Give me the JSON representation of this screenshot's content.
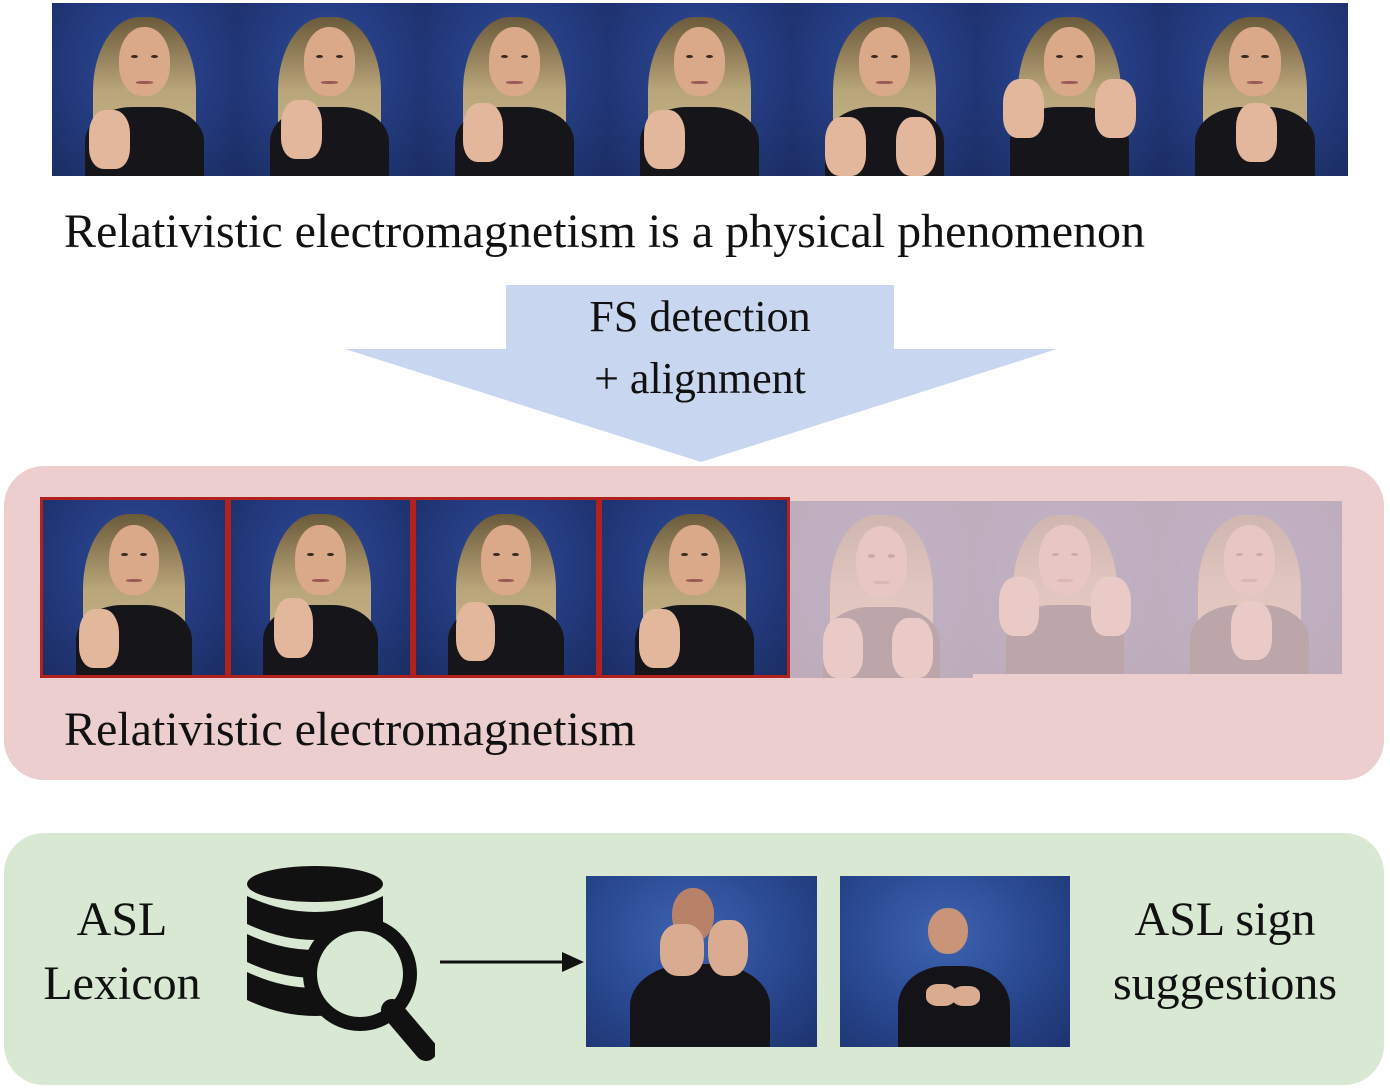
{
  "top_sentence": "Relativistic electromagnetism is a physical phenomenon",
  "arrow_label": {
    "line1": "FS detection",
    "line2": "+ alignment"
  },
  "detected_phrase": "Relativistic electromagnetism",
  "lexicon_label": {
    "line1": "ASL",
    "line2": "Lexicon"
  },
  "suggestions_label": {
    "line1": "ASL sign",
    "line2": "suggestions"
  },
  "colors": {
    "arrow": "#c9d6f0",
    "red_panel": "#eccecf",
    "green_panel": "#d9e8d3",
    "selection_border": "#b3211f"
  },
  "icons": [
    "database-search-icon",
    "right-arrow-icon"
  ],
  "selected_frame_count": 4,
  "total_frame_count": 7
}
